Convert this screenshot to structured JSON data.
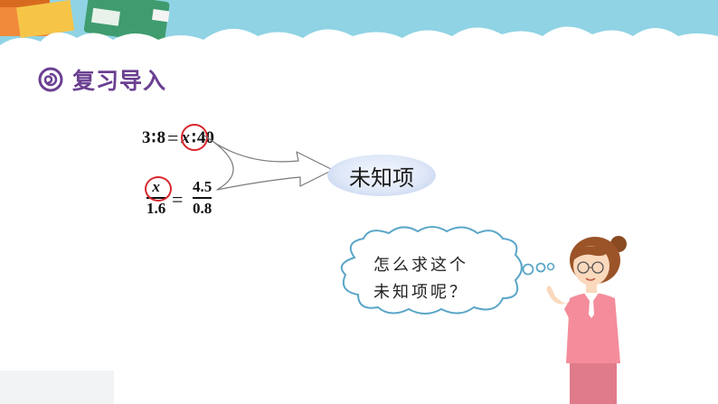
{
  "section": {
    "title": "复习导入",
    "icon": "spiral-icon"
  },
  "equation_ratio": {
    "a": "3",
    "colon1": "∶",
    "b": "8",
    "equals": "=",
    "x": "x",
    "colon2": "∶",
    "c": "40"
  },
  "equation_fraction": {
    "left_num": "x",
    "left_den": "1.6",
    "equals": "=",
    "right_num": "4.5",
    "right_den": "0.8"
  },
  "term_label": "未知项",
  "speech": {
    "line1": "怎么求这个",
    "line2": "未知项呢？"
  },
  "colors": {
    "banner": "#8fd3e4",
    "title": "#6a3f91",
    "highlight": "#d9262c",
    "pill": "#c9d8f2"
  }
}
